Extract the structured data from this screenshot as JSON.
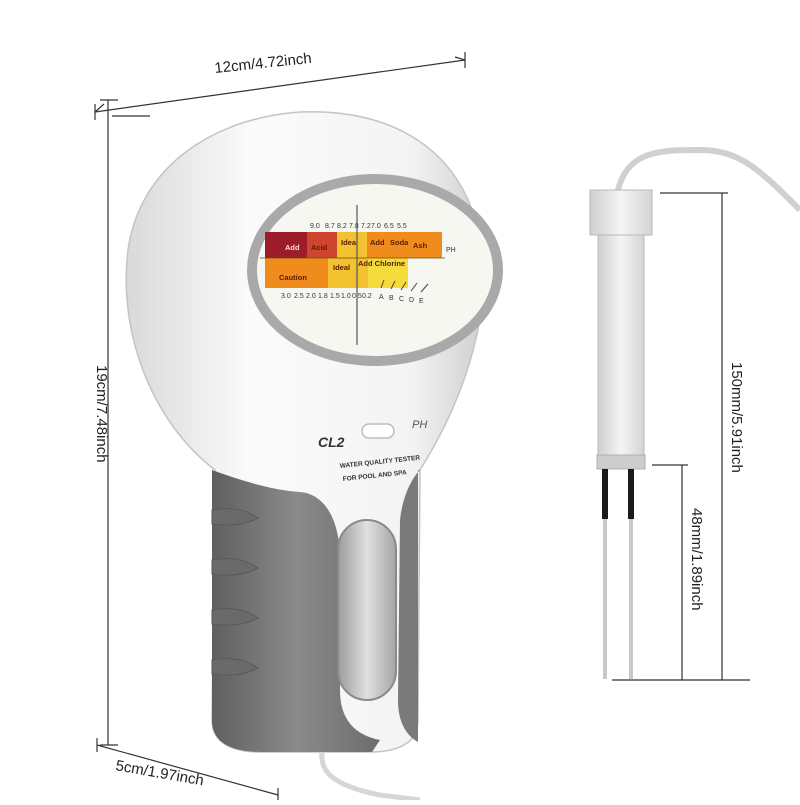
{
  "dimensions": {
    "width": "12cm/4.72inch",
    "height": "19cm/7.48inch",
    "base": "5cm/1.97inch",
    "probe_total": "150mm/5.91inch",
    "probe_tip": "48mm/1.89inch"
  },
  "gauge": {
    "ph_scale": [
      "9.0",
      "8.7",
      "8.2",
      "7.8",
      "7.2",
      "7.0",
      "6.5",
      "5.5"
    ],
    "ph_zones": [
      "Add",
      "Acid",
      "Ideal",
      "Add",
      "Soda",
      "Ash"
    ],
    "ph_label": "PH",
    "cl_zones": [
      "Caution",
      "Ideal",
      "Add Chlorine"
    ],
    "cl_scale": [
      "3.0",
      "2.5",
      "2.0",
      "1.8",
      "1.5",
      "1.0",
      "0.5",
      "0.2"
    ],
    "letters": [
      "A",
      "B",
      "C",
      "D",
      "E"
    ]
  },
  "switch": {
    "left_label": "CL2",
    "right_label": "PH"
  },
  "product_label": {
    "line1": "WATER QUALITY TESTER",
    "line2": "FOR POOL AND SPA"
  },
  "colors": {
    "body": "#f2f2f2",
    "grip": "#7d7d7d",
    "acid": "#c0392b",
    "ideal": "#f2c230",
    "soda": "#f08c1c",
    "chlorine": "#f5dc3c"
  }
}
